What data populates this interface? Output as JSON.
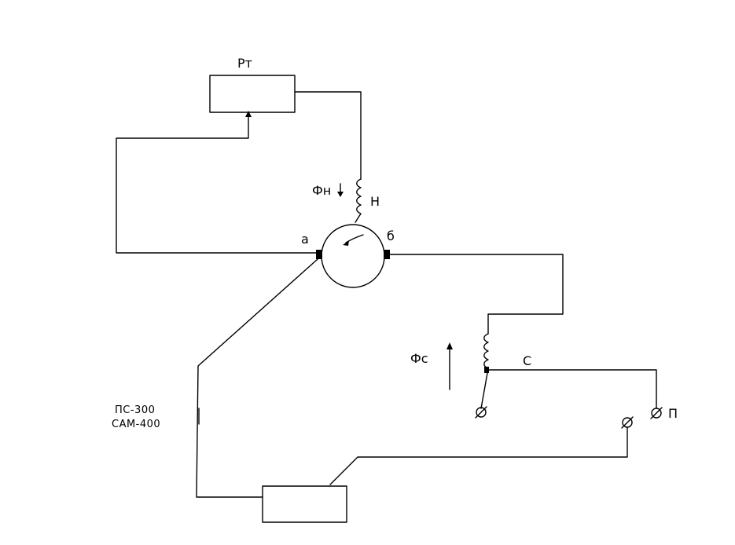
{
  "labels": {
    "regulator": "Pт",
    "flux_h": "Фн",
    "winding_h": "Н",
    "terminal_a": "а",
    "terminal_b": "б",
    "flux_c": "Фс",
    "winding_c": "С",
    "terminal_p": "П",
    "device_line1": "ПС-300",
    "device_line2": "САМ-400"
  }
}
